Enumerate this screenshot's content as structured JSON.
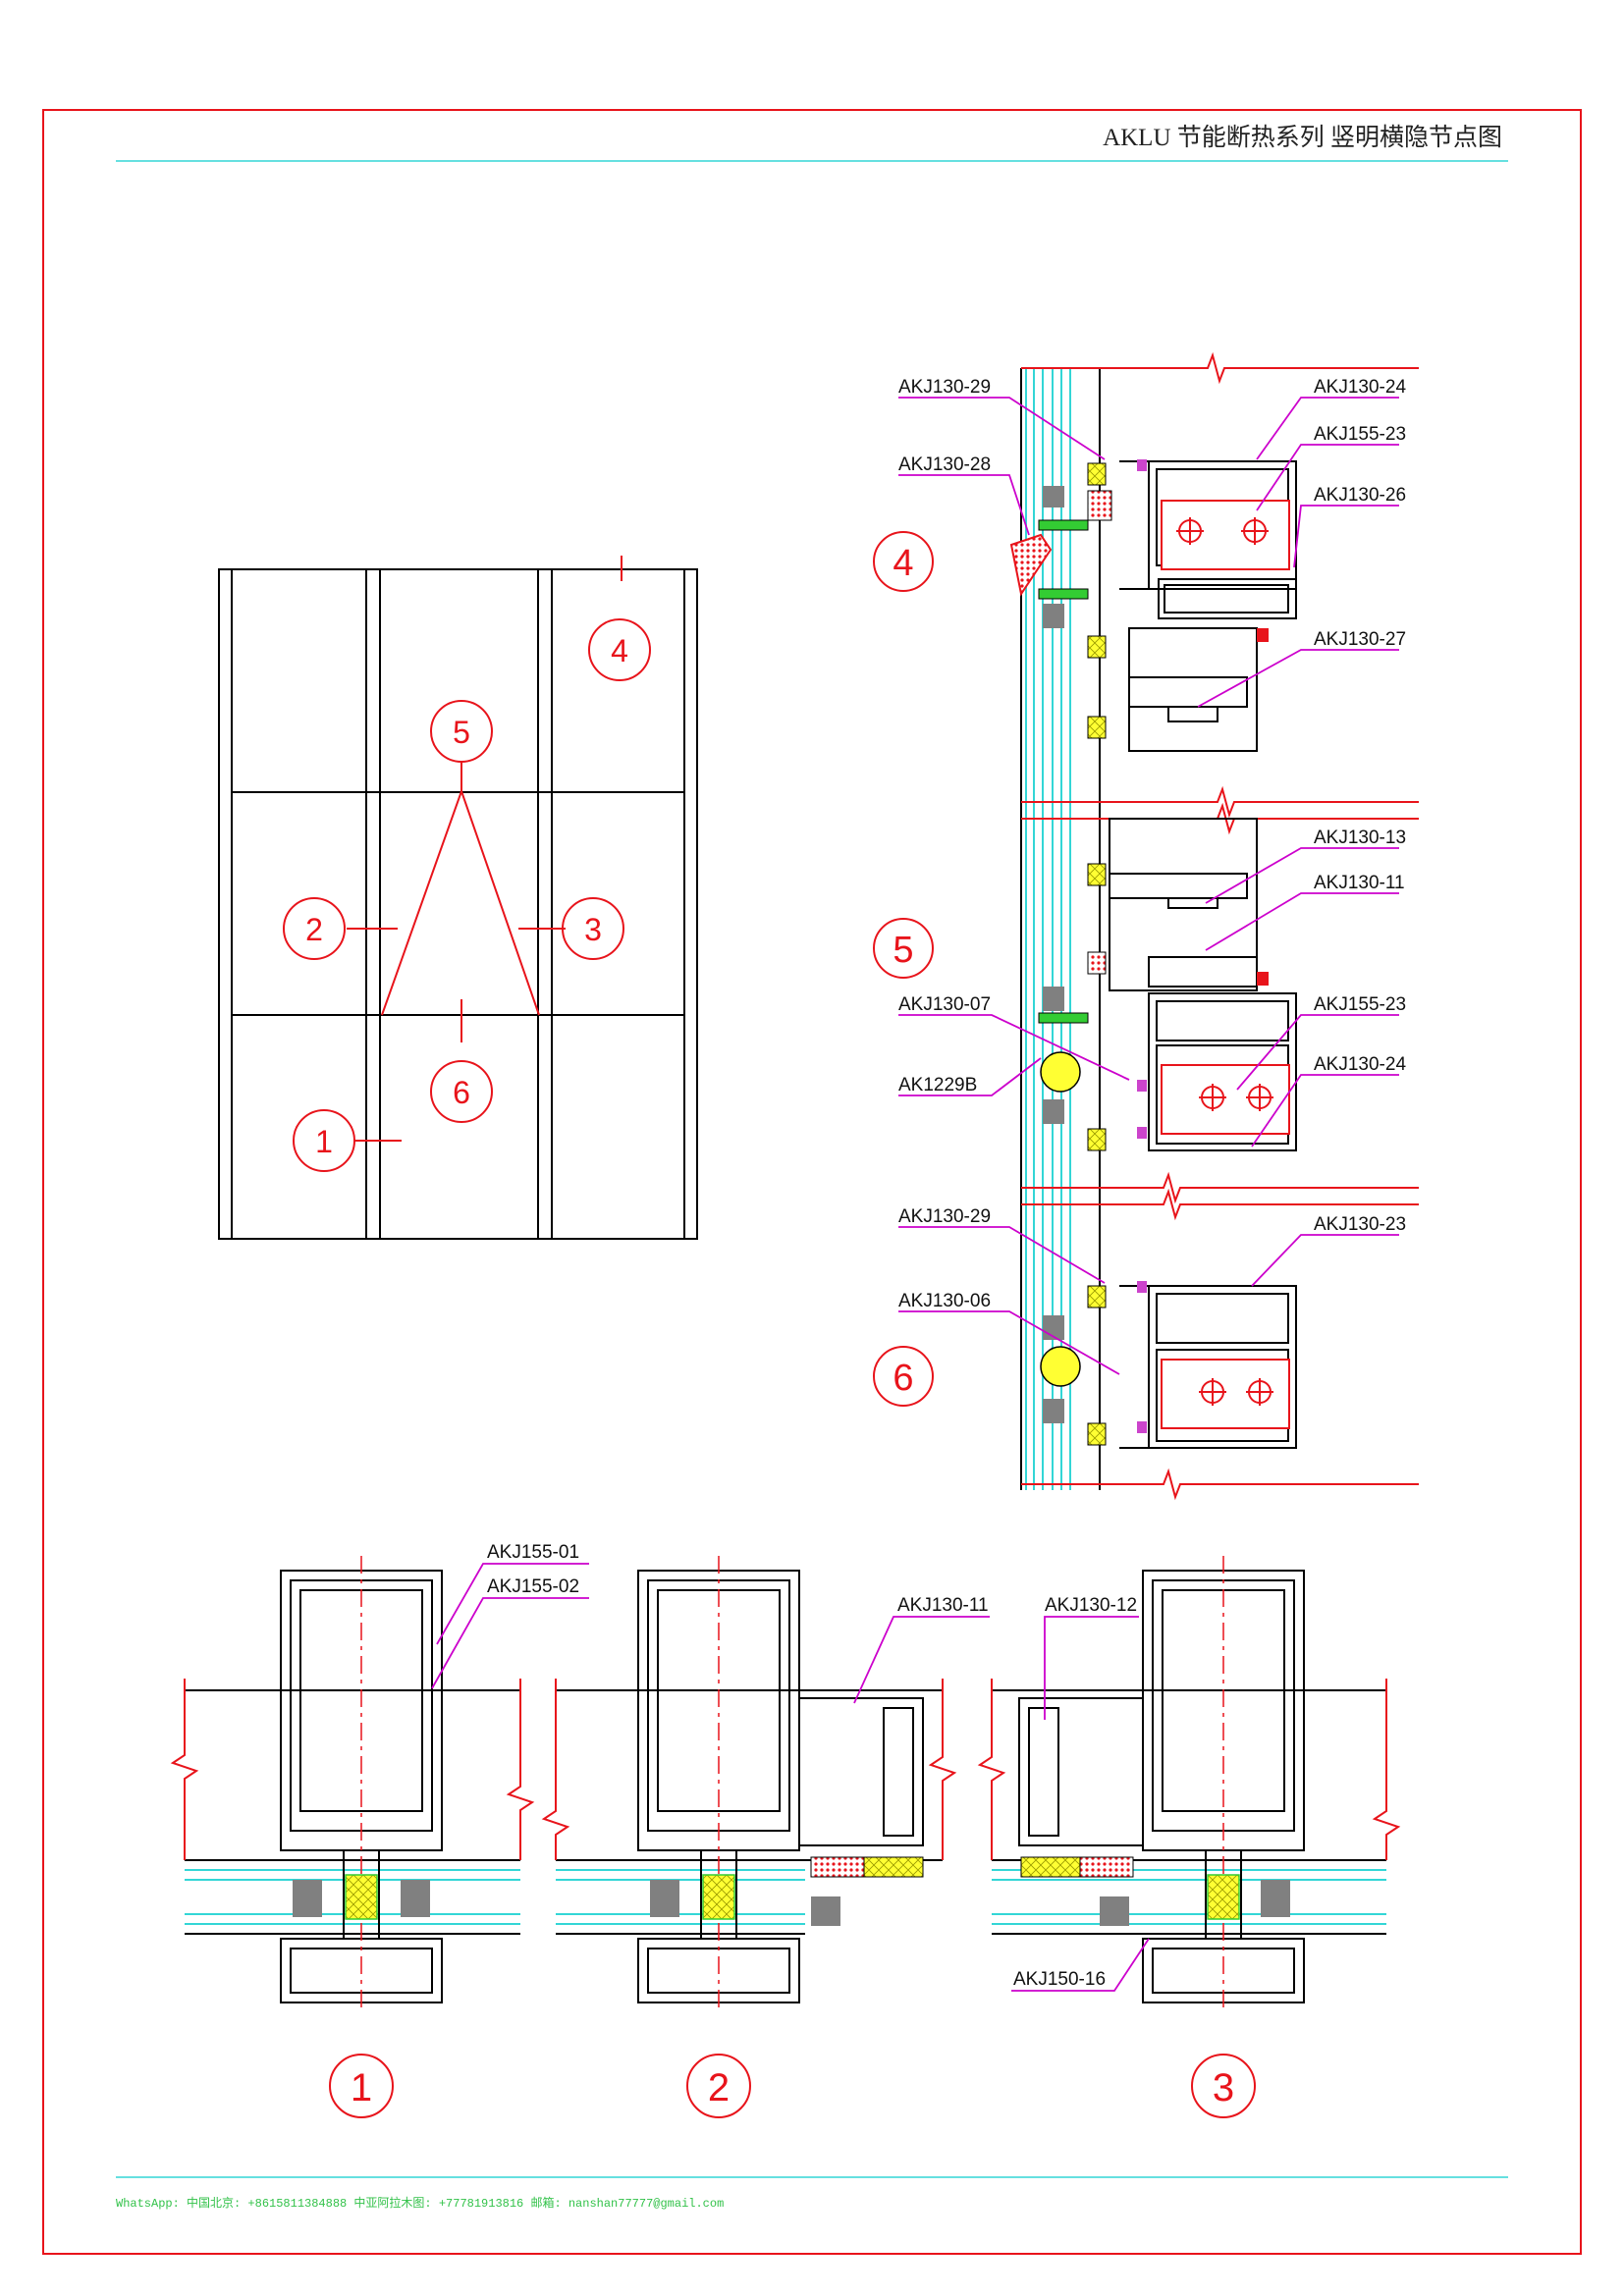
{
  "header": {
    "title": "AKLU 节能断热系列 竖明横隐节点图"
  },
  "footer": {
    "contact": "WhatsApp: 中国北京: +8615811384888   中亚阿拉木图: +77781913816 邮箱:  nanshan77777@gmail.com"
  },
  "elevation": {
    "markers": [
      "1",
      "2",
      "3",
      "4",
      "5",
      "6"
    ]
  },
  "details": {
    "sections": [
      {
        "mark": "4",
        "labels": [
          "AKJ130-29",
          "AKJ130-28",
          "AKJ130-24",
          "AKJ155-23",
          "AKJ130-26",
          "AKJ130-27"
        ]
      },
      {
        "mark": "5",
        "labels": [
          "AKJ130-13",
          "AKJ130-11",
          "AKJ130-07",
          "AK1229B",
          "AKJ155-23",
          "AKJ130-24"
        ]
      },
      {
        "mark": "6",
        "labels": [
          "AKJ130-29",
          "AKJ130-06",
          "AKJ130-23"
        ]
      }
    ]
  },
  "plans": {
    "sections": [
      {
        "mark": "1",
        "labels": [
          "AKJ155-01",
          "AKJ155-02"
        ]
      },
      {
        "mark": "2",
        "labels": [
          "AKJ130-11"
        ]
      },
      {
        "mark": "3",
        "labels": [
          "AKJ130-12",
          "AKJ150-16"
        ]
      }
    ]
  },
  "colors": {
    "border": "#e8141b",
    "rule": "#33d6d6",
    "leader": "#cc00cc",
    "glass": "#33d6d6",
    "profile": "#000000",
    "gasket": "#808080",
    "insulation": "#ffff00",
    "sealant": "#e8141b",
    "footer": "#33c24a"
  },
  "icons": {
    "section_marker": "circled-number-icon",
    "break_symbol": "break-line-icon",
    "bolt": "bolt-crosshair-icon"
  }
}
